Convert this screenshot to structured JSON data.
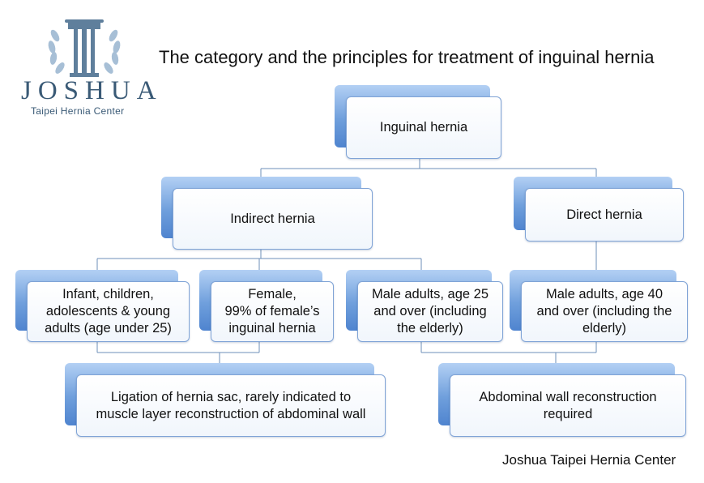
{
  "logo": {
    "name": "JOSHUA",
    "subtitle": "Taipei Hernia Center"
  },
  "title": "The category and the principles for treatment of inguinal hernia",
  "nodes": {
    "root": "Inguinal hernia",
    "indirect": "Indirect hernia",
    "direct": "Direct hernia",
    "young": "Infant, children,\nadolescents & young\nadults (age under 25)",
    "female": "Female,\n99% of female’s\ninguinal hernia",
    "male25": "Male adults, age 25\nand over (including\nthe elderly)",
    "male40": "Male adults, age 40\nand over (including the\nelderly)",
    "ligation": "Ligation of hernia sac, rarely indicated to\nmuscle layer reconstruction of abdominal wall",
    "reconstruction": "Abdominal wall reconstruction\nrequired"
  },
  "footer": "Joshua Taipei Hernia Center",
  "colors": {
    "box_back": "#6f9fdc",
    "box_border": "#7fa3d6",
    "connector": "#6e8fb8",
    "logo": "#3a5a76"
  }
}
